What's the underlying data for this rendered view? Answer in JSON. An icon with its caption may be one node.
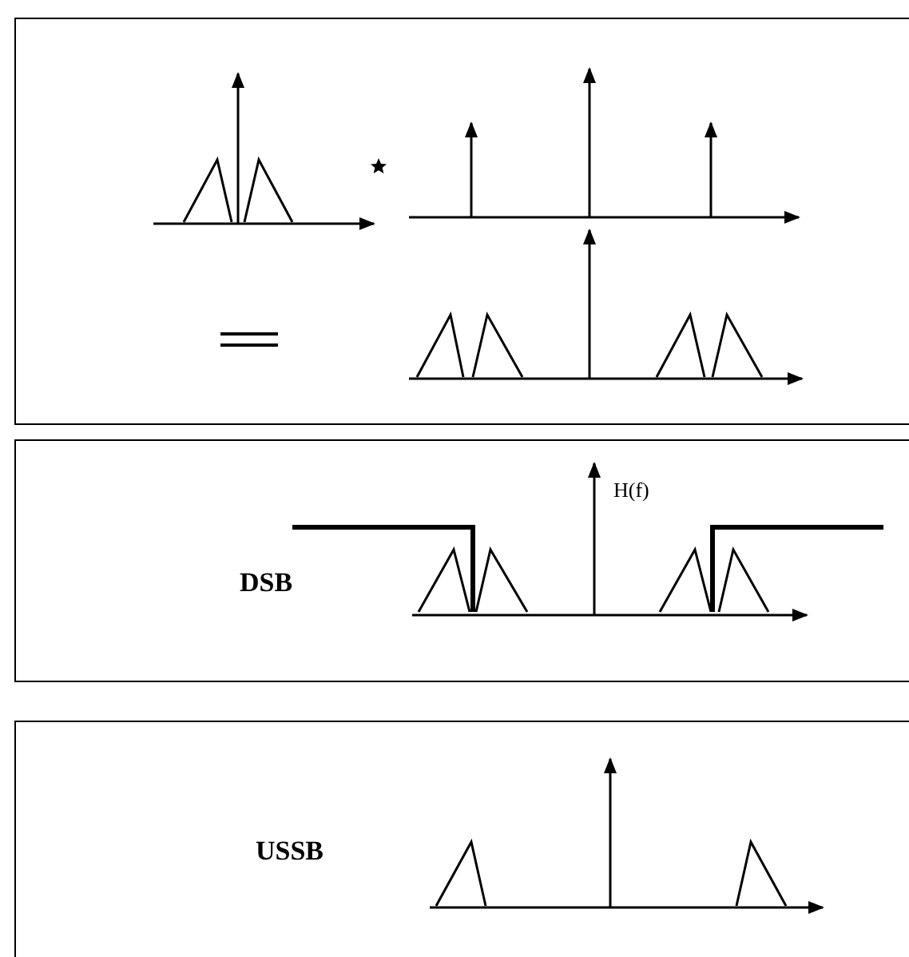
{
  "diagram": {
    "labels": [
      "H(f)",
      "DSB",
      "USSB"
    ]
  }
}
